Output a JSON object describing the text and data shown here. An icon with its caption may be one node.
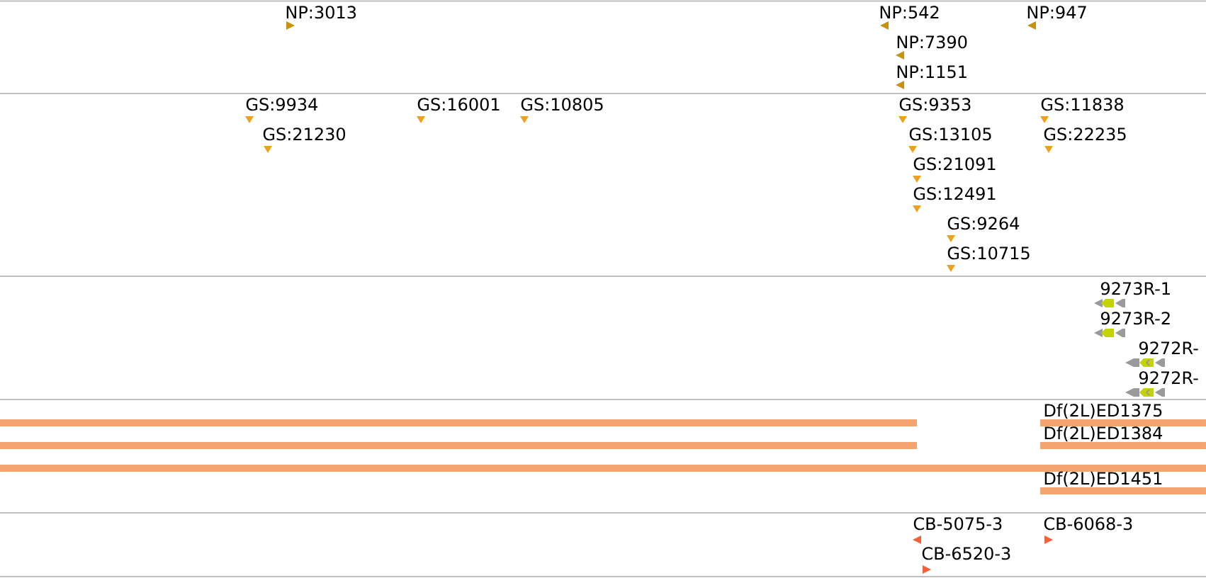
{
  "diagram": {
    "nodes": [
      {
        "text": [
          "NP:3013"
        ]
      },
      {
        "text": [
          "NP:542"
        ]
      },
      {
        "text": [
          "NP:947"
        ]
      },
      {
        "text": [
          "NP:7390"
        ]
      },
      {
        "text": [
          "NP:1151"
        ]
      },
      {
        "text": [
          "GS:9934"
        ]
      },
      {
        "text": [
          "GS:16001"
        ]
      },
      {
        "text": [
          "GS:10805"
        ]
      },
      {
        "text": [
          "GS:9353"
        ]
      },
      {
        "text": [
          "GS:11838"
        ]
      },
      {
        "text": [
          "GS:21230"
        ]
      },
      {
        "text": [
          "GS:13105"
        ]
      },
      {
        "text": [
          "GS:22235"
        ]
      },
      {
        "text": [
          "GS:21091"
        ]
      },
      {
        "text": [
          "GS:12491"
        ]
      },
      {
        "text": [
          "GS:9264"
        ]
      },
      {
        "text": [
          "GS:10715"
        ]
      },
      {
        "text": [
          "9273R-1"
        ]
      },
      {
        "text": [
          "9273R-2"
        ]
      },
      {
        "text": [
          "9272R-"
        ]
      },
      {
        "text": [
          "9272R-"
        ]
      },
      {
        "text": [],
        "shape": "bar"
      },
      {
        "text": [
          "Df(2L)ED1375"
        ]
      },
      {
        "text": [],
        "shape": "bar"
      },
      {
        "text": [
          "Df(2L)ED1384"
        ]
      },
      {
        "text": [],
        "shape": "bar"
      },
      {
        "text": [
          "Df(2L)ED1451"
        ]
      },
      {
        "text": [
          "CB-5075-3"
        ]
      },
      {
        "text": [
          "CB-6068-3"
        ]
      },
      {
        "text": [
          "CB-6520-3"
        ]
      }
    ]
  }
}
